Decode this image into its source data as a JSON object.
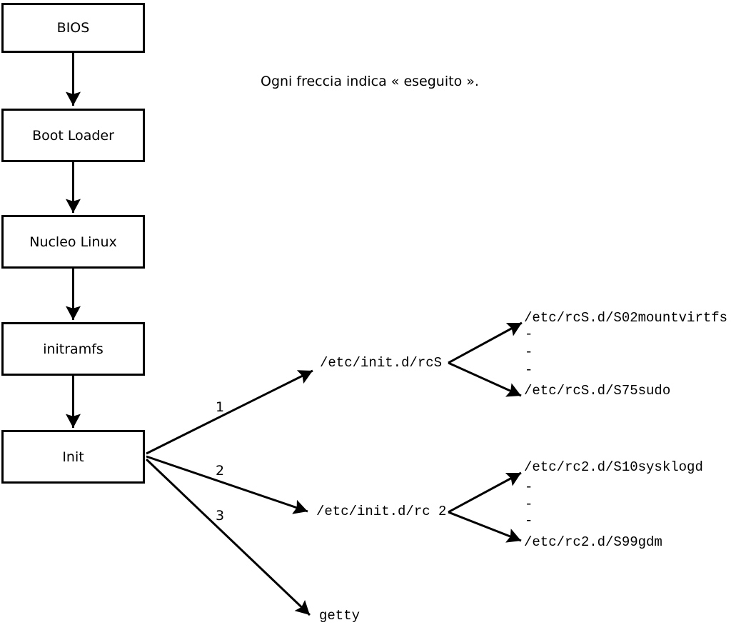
{
  "note": "Ogni freccia indica « eseguito ».",
  "boxes": [
    {
      "label": "BIOS"
    },
    {
      "label": "Boot Loader"
    },
    {
      "label": "Nucleo Linux"
    },
    {
      "label": "initramfs"
    },
    {
      "label": "Init"
    }
  ],
  "branch_numbers": [
    "1",
    "2",
    "3"
  ],
  "scripts": {
    "rcS": {
      "label": "/etc/init.d/rcS",
      "children": [
        "/etc/rcS.d/S02mountvirtfs",
        "-",
        "-",
        "-",
        "/etc/rcS.d/S75sudo"
      ]
    },
    "rc2": {
      "label": "/etc/init.d/rc 2",
      "children": [
        "/etc/rc2.d/S10sysklogd",
        "-",
        "-",
        "-",
        "/etc/rc2.d/S99gdm"
      ]
    },
    "getty": {
      "label": "getty"
    }
  },
  "colors": {
    "ink": "#000000",
    "background": "#ffffff"
  }
}
